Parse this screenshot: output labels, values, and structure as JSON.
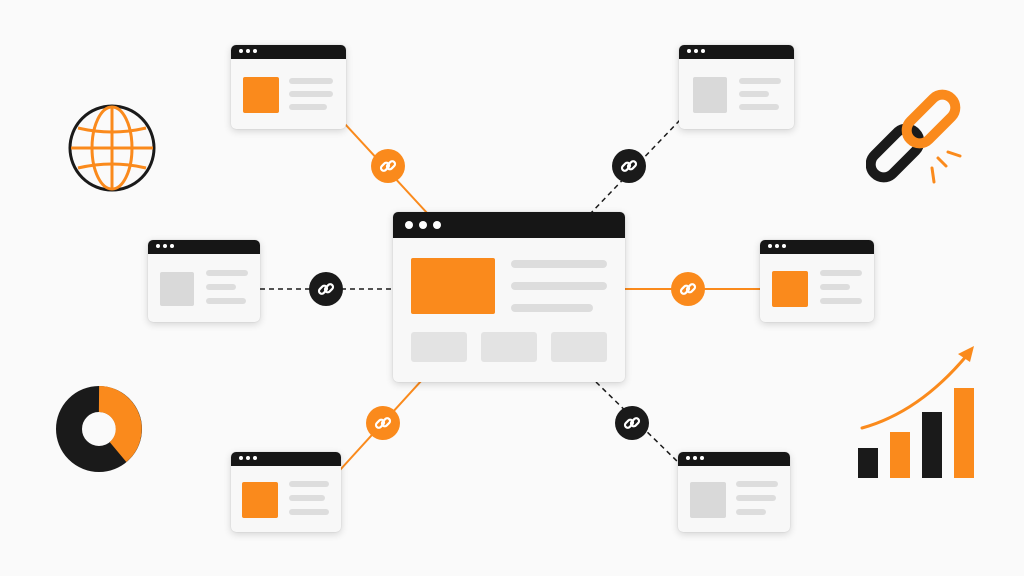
{
  "colors": {
    "accent": "#fa8a1c",
    "dark": "#161616",
    "placeholder": "#d9d9d9",
    "line": "#dddddd",
    "background": "#fafafa"
  },
  "diagram": {
    "hub": {
      "name": "central-page-window",
      "thumb": "orange"
    },
    "satellites": [
      {
        "name": "page-window-top-left",
        "thumb": "orange",
        "link": "orange"
      },
      {
        "name": "page-window-top-right",
        "thumb": "gray",
        "link": "black"
      },
      {
        "name": "page-window-mid-left",
        "thumb": "gray",
        "link": "black"
      },
      {
        "name": "page-window-mid-right",
        "thumb": "orange",
        "link": "orange"
      },
      {
        "name": "page-window-bottom-left",
        "thumb": "orange",
        "link": "orange"
      },
      {
        "name": "page-window-bottom-right",
        "thumb": "gray",
        "link": "black"
      }
    ],
    "icons": [
      "globe-icon",
      "broken-chain-link-icon",
      "donut-chart-icon",
      "growth-bar-chart-icon"
    ]
  }
}
